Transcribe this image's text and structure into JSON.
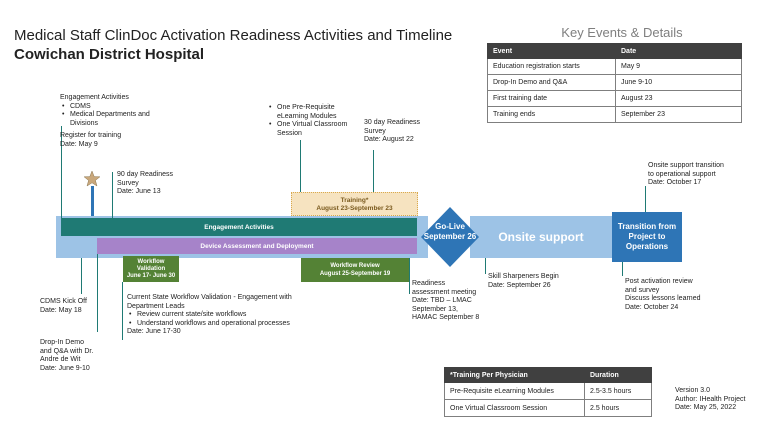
{
  "header": {
    "title": "Medical Staff ClinDoc Activation Readiness Activities and Timeline",
    "subtitle": "Cowichan District Hospital"
  },
  "key_events": {
    "title": "Key Events & Details",
    "columns": [
      "Event",
      "Date"
    ],
    "rows": [
      [
        "Education registration starts",
        "May 9"
      ],
      [
        "Drop-In Demo and Q&A",
        "June 9-10"
      ],
      [
        "First training date",
        "August 23"
      ],
      [
        "Training ends",
        "September 23"
      ]
    ]
  },
  "training_table": {
    "columns": [
      "*Training Per Physician",
      "Duration"
    ],
    "rows": [
      [
        "Pre-Requisite eLearning Modules",
        "2.5-3.5 hours"
      ],
      [
        "One Virtual Classroom Session",
        "2.5 hours"
      ]
    ]
  },
  "version": {
    "line1": "Version 3.0",
    "line2": "Author: IHealth Project",
    "line3": "Date: May 25, 2022"
  },
  "timeline": {
    "engagement_bar": "Engagement Activities",
    "device_bar": "Device Assessment and Deployment",
    "training_l1": "Training*",
    "training_l2": "August 23-September 23",
    "golive_l1": "Go-Live",
    "golive_l2": "September 26",
    "onsite": "Onsite support",
    "transition": "Transition from Project to Operations",
    "wv_l1": "Workflow",
    "wv_l2": "Validation",
    "wv_l3": "June 17- June 30",
    "wr_l1": "Workflow Review",
    "wr_l2": "August 25-September 19"
  },
  "notes": {
    "engagement": {
      "heading": "Engagement  Activities",
      "items": [
        "CDMS",
        "Medical Departments and Divisions"
      ],
      "register_l1": "Register for training",
      "register_l2": "Date: May 9"
    },
    "survey90": [
      "90 day Readiness",
      "Survey",
      "Date: June 13"
    ],
    "prereq": [
      "One Pre-Requisite eLearning Modules",
      "One Virtual Classroom Session"
    ],
    "survey30": [
      "30 day Readiness",
      "Survey",
      "Date: August 22"
    ],
    "onsite_transition": [
      "Onsite support transition",
      "to operational support",
      "Date: October 17"
    ],
    "kickoff": [
      "CDMS Kick Off",
      "Date: May 18"
    ],
    "dropin": [
      "Drop-In Demo",
      "and Q&A with Dr.",
      "Andre de Wit",
      "Date: June 9-10"
    ],
    "cswv": {
      "heading_l1": "Current State Workflow Validation - Engagement  with",
      "heading_l2": "Department Leads",
      "items": [
        "Review current state/site workflows",
        "Understand workflows and operational processes"
      ],
      "date": "Date: June 17-30"
    },
    "readiness": [
      "Readiness",
      "assessment meeting",
      "Date: TBD – LMAC",
      "September  13,",
      "HAMAC September  8"
    ],
    "skill": [
      "Skill Sharpeners Begin",
      "Date: September  26"
    ],
    "post": [
      "Post activation review",
      "and survey",
      "Discuss lessons learned",
      "Date: October 24"
    ]
  },
  "colors": {
    "engagement": "#1f7a74",
    "device": "#a683c9",
    "training": "#f6e3c0",
    "golive": "#2e75b6",
    "transition": "#2e75b6",
    "workflow": "#548235",
    "band": "#9dc3e6"
  }
}
